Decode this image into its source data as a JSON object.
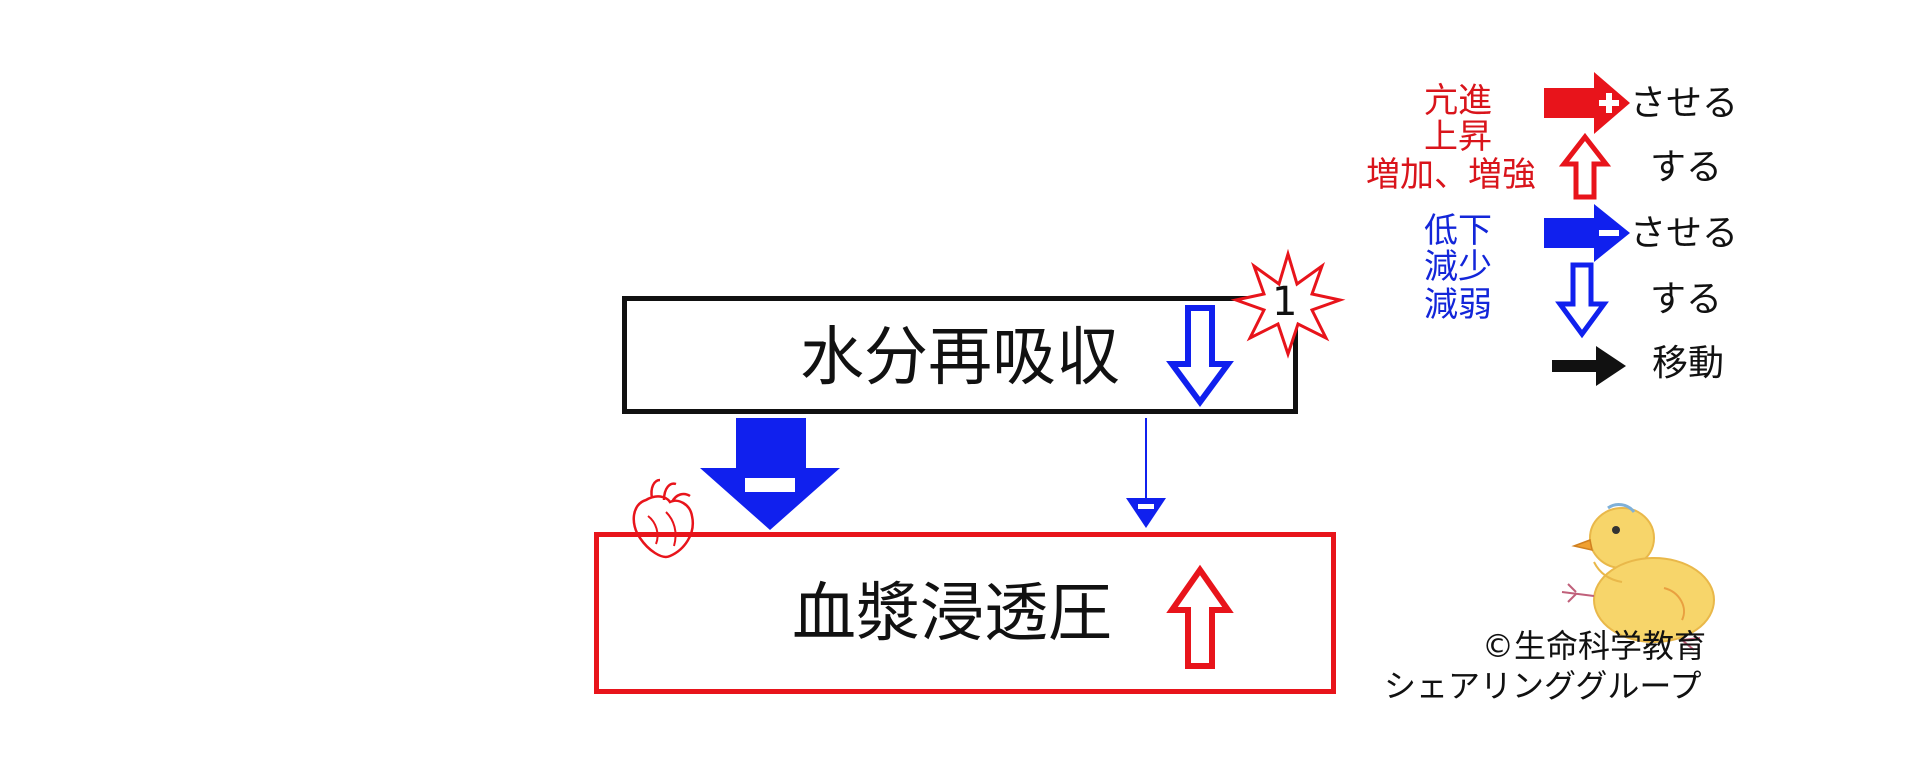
{
  "diagram": {
    "top_box": {
      "label": "水分再吸収"
    },
    "bottom_box": {
      "label": "血漿浸透圧"
    },
    "badge": {
      "number": "1"
    }
  },
  "legend": {
    "increase_lines": [
      "亢進",
      "上昇",
      "増加、増強"
    ],
    "decrease_lines": [
      "低下",
      "減少",
      "減弱"
    ],
    "cause_label": "させる",
    "state_label": "する",
    "cause_label_2": "させる",
    "state_label_2": "する",
    "move_label": "移動"
  },
  "credit": {
    "line1": "©生命科学教育",
    "line2": "シェアリンググループ"
  },
  "colors": {
    "red": "#e8141b",
    "blue": "#1020ee",
    "black": "#111111"
  },
  "icons": [
    "heart-icon",
    "starburst-badge",
    "chick-mascot"
  ]
}
